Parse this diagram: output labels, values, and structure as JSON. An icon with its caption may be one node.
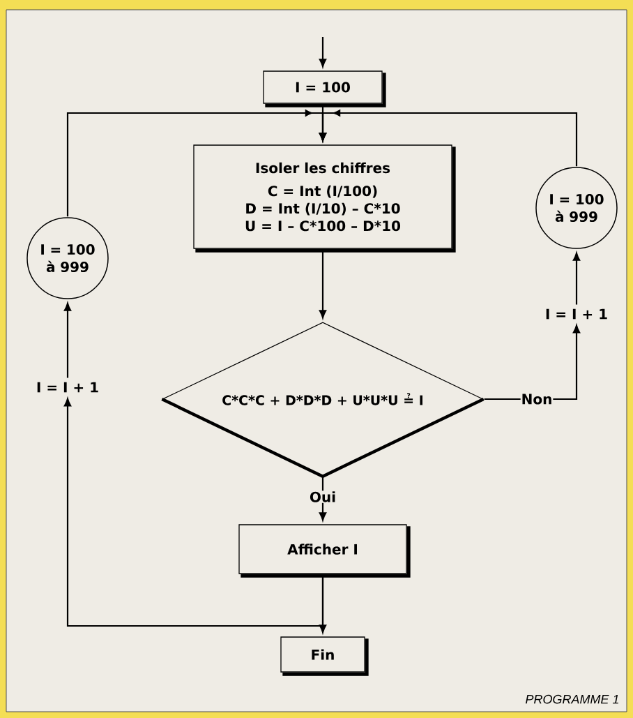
{
  "diagram": {
    "caption": "PROGRAMME 1",
    "nodes": [
      {
        "text": [
          "I = 100"
        ]
      },
      {
        "text": [
          "Isoler les chiffres",
          "C = Int (I/100)",
          "D = Int (I/10) – C*10",
          "U = I – C*100 – D*10"
        ]
      },
      {
        "text": [
          "I = 100 à 999"
        ]
      },
      {
        "text": [
          "I = 100 à 999"
        ]
      },
      {
        "text": [
          "I = I + 1"
        ]
      },
      {
        "text": [
          "C*C*C + D*D*D + U*U*U ≟ I"
        ]
      },
      {
        "text": [
          "I = I + 1"
        ]
      },
      {
        "text": [
          "Afficher I"
        ]
      },
      {
        "text": [
          "Fin"
        ]
      }
    ],
    "edges": [
      {
        "from": null,
        "to": 0,
        "arrow": "to"
      },
      {
        "from": 0,
        "to": 1,
        "arrow": "to"
      },
      {
        "from": 2,
        "to": 1,
        "arrow": "to"
      },
      {
        "from": 3,
        "to": 1,
        "arrow": "to"
      },
      {
        "from": 1,
        "to": 5,
        "arrow": "to"
      },
      {
        "from": 5,
        "to": 4,
        "arrow": "to",
        "label": "Non"
      },
      {
        "from": 4,
        "to": 3,
        "arrow": "to"
      },
      {
        "from": 5,
        "to": 7,
        "arrow": "to",
        "label": "Oui"
      },
      {
        "from": 7,
        "to": 8,
        "arrow": "to"
      },
      {
        "from": 7,
        "to": 6,
        "arrow": "to"
      },
      {
        "from": 6,
        "to": 2,
        "arrow": "to"
      }
    ]
  }
}
